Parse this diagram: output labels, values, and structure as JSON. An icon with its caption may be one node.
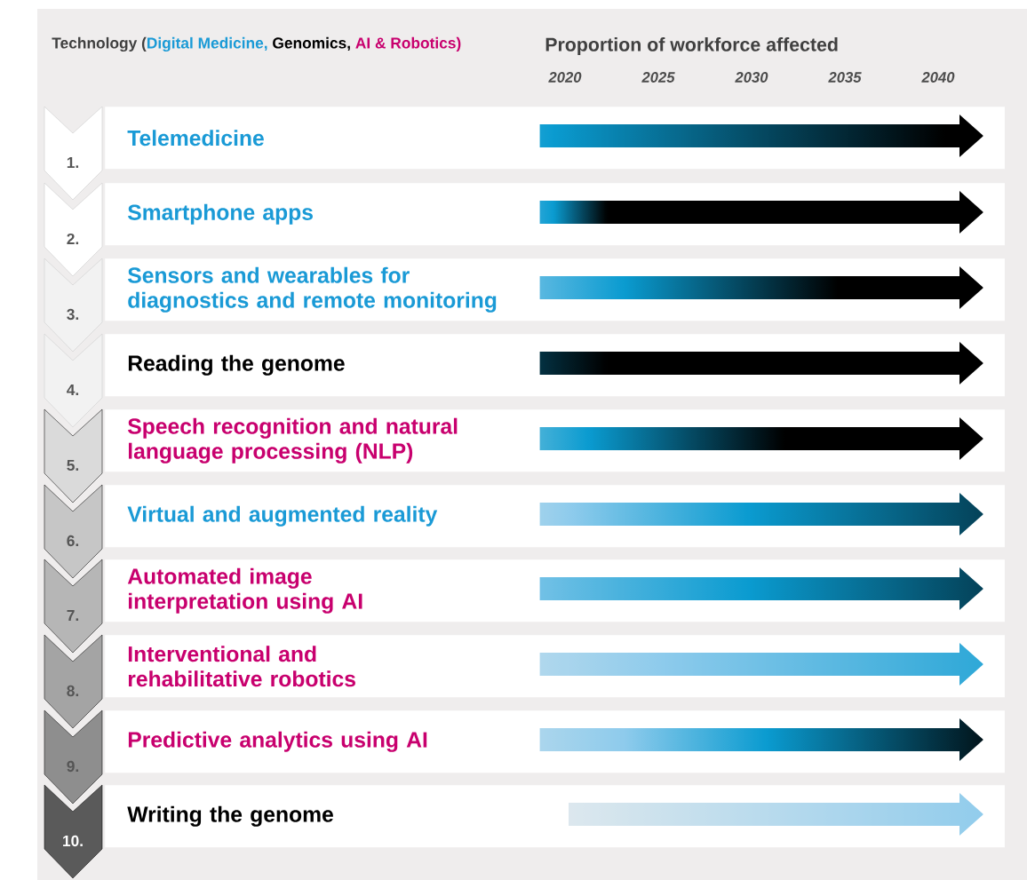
{
  "diagram": {
    "nodes": [
      {
        "text": [
          "Telemedicine"
        ],
        "beside": [
          "1."
        ]
      },
      {
        "text": [
          "Smartphone apps"
        ],
        "beside": [
          "2."
        ]
      },
      {
        "text": [
          "Sensors and wearables for diagnostics and remote monitoring"
        ],
        "beside": [
          "3."
        ]
      },
      {
        "text": [
          "Reading the genome"
        ],
        "beside": [
          "4."
        ]
      },
      {
        "text": [
          "Speech recognition and natural language processing (NLP)"
        ],
        "beside": [
          "5."
        ]
      },
      {
        "text": [
          "Virtual and augmented reality"
        ],
        "beside": [
          "6."
        ]
      },
      {
        "text": [
          "Automated image interpretation using AI"
        ],
        "beside": [
          "7."
        ]
      },
      {
        "text": [
          "Interventional and rehabilitative robotics"
        ],
        "beside": [
          "8."
        ]
      },
      {
        "text": [
          "Predictive analytics using AI"
        ],
        "beside": [
          "9."
        ]
      },
      {
        "text": [
          "Writing the genome"
        ],
        "beside": [
          "10."
        ]
      }
    ],
    "labels": [
      "Technology (",
      "Proportion of workforce affected",
      "2020",
      "2025",
      "2030",
      "2035",
      "2040"
    ],
    "legend": [
      {
        "text": "Digital Medicine,",
        "color": "#1a9ad6"
      },
      {
        "text": "Genomics,",
        "color": "#000000"
      },
      {
        "text": "AI & Robotics)",
        "color": "#c8006e"
      }
    ]
  }
}
